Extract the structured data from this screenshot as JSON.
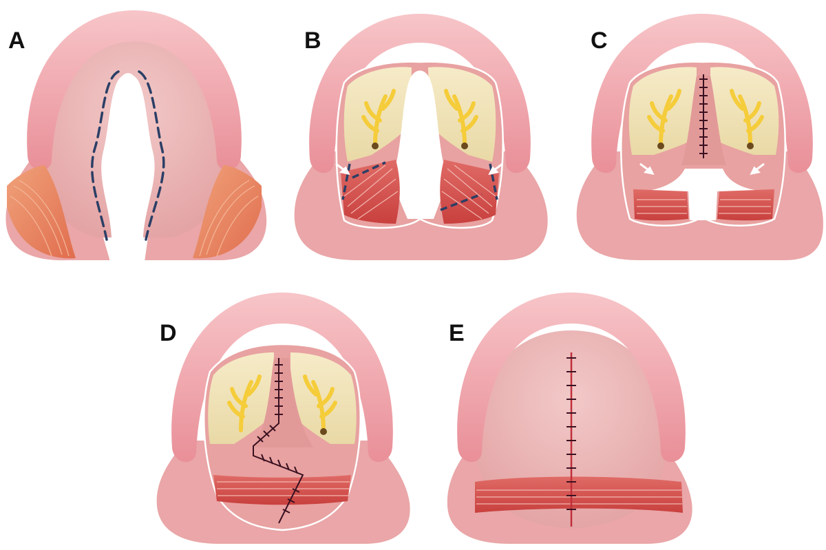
{
  "figure": {
    "panels": [
      {
        "id": "A",
        "label": "A"
      },
      {
        "id": "B",
        "label": "B"
      },
      {
        "id": "C",
        "label": "C"
      },
      {
        "id": "D",
        "label": "D"
      },
      {
        "id": "E",
        "label": "E"
      }
    ]
  },
  "colors": {
    "gum_outer": "#eea0a6",
    "gum_inner": "#f4bcbf",
    "palate": "#e8a7a8",
    "palate_light": "#f1c2c1",
    "bone": "#f0e2b8",
    "nerve": "#f5cc3a",
    "muscle": "#d9534f",
    "muscle_orange": "#e9835f",
    "incision": "#2b3f66",
    "suture": "#3a1020"
  }
}
